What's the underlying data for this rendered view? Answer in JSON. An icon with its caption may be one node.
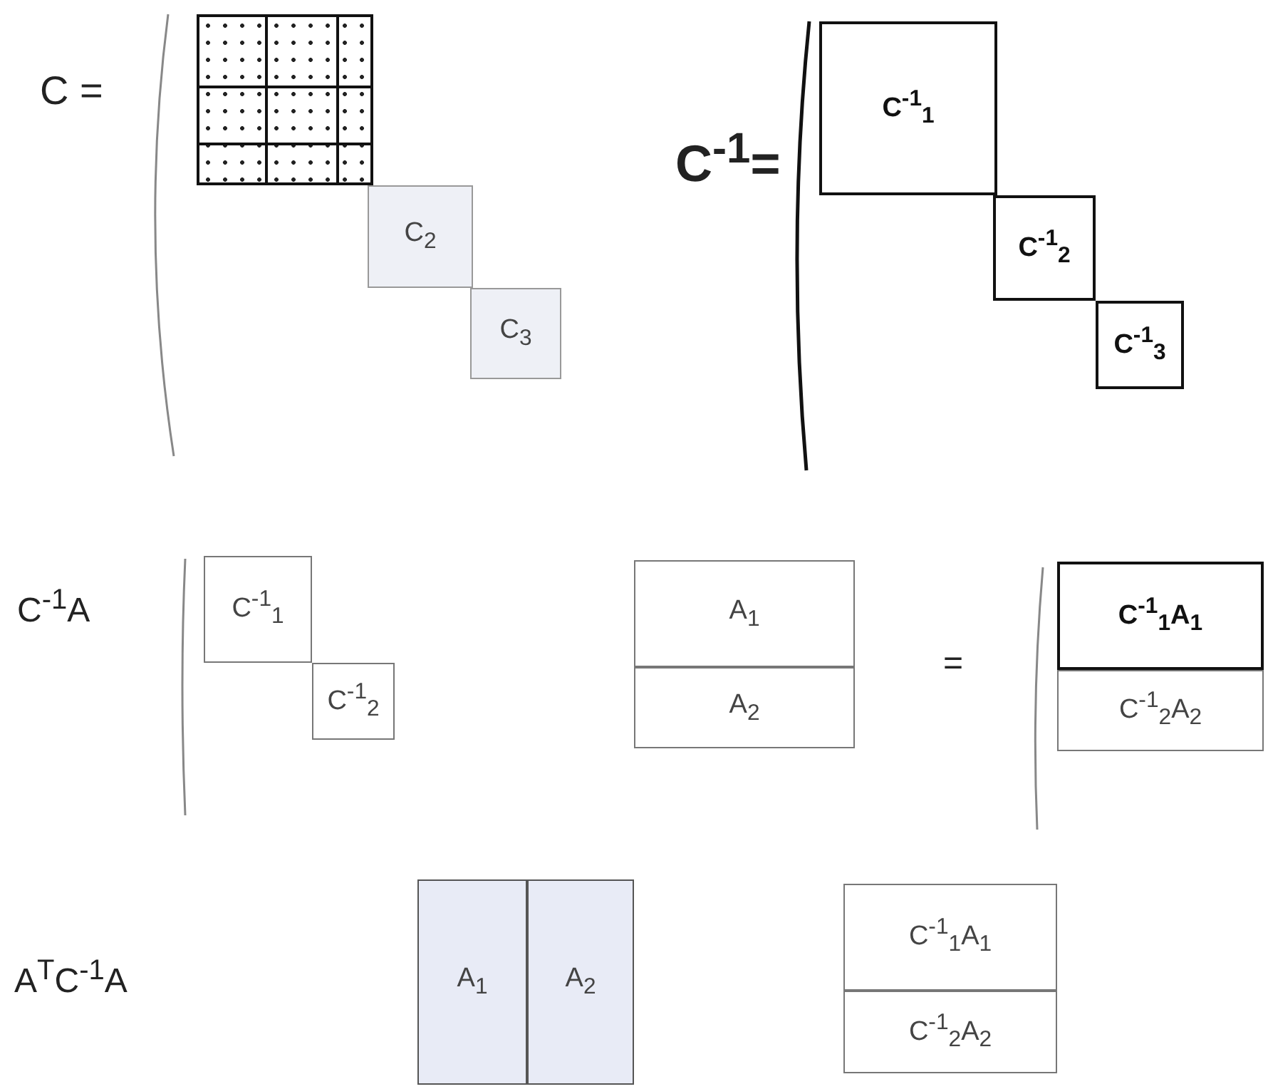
{
  "diagram": {
    "nodes": [
      {
        "text": [],
        "shape": "box"
      },
      {
        "text": [
          "C$_{2}$"
        ]
      },
      {
        "text": [
          "C$_{3}$"
        ]
      },
      {
        "text": [
          "C$^{-1}$$_{1}$"
        ]
      },
      {
        "text": [
          "C$^{-1}$$_{2}$"
        ]
      },
      {
        "text": [
          "C$^{-1}$$_{3}$"
        ]
      },
      {
        "text": [
          "C$^{-1}$$_{1}$"
        ]
      },
      {
        "text": [
          "C$^{-1}$$_{2}$"
        ]
      },
      {
        "text": [
          "A$_{1}$"
        ]
      },
      {
        "text": [
          "A$_{2}$"
        ]
      },
      {
        "text": [
          "C$^{-1}$$_{1}$A$_{1}$"
        ]
      },
      {
        "text": [
          "C$^{-1}$$_{2}$A$_{2}$"
        ]
      },
      {
        "text": [
          "A$_{1}$"
        ]
      },
      {
        "text": [
          "A$_{2}$"
        ]
      },
      {
        "text": [
          "C$^{-1}$$_{1}$A$_{1}$"
        ]
      },
      {
        "text": [
          "C$^{-1}$$_{2}$A$_{2}$"
        ]
      }
    ],
    "labels": [
      "C =",
      "C$^{-1}$=",
      "C$^{-1}$A",
      "=",
      "A$^{T}$C$^{-1}$A"
    ]
  }
}
